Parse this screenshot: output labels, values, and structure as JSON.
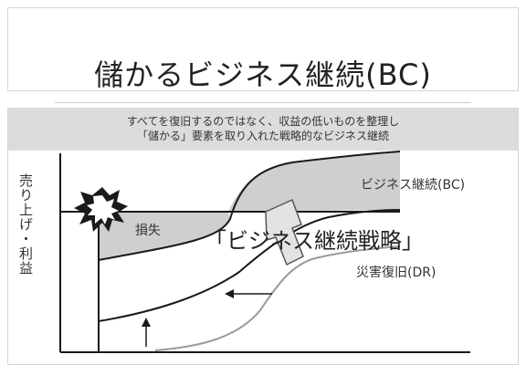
{
  "slide": {
    "title": "儲かるビジネス継続(BC)",
    "banner_line1": "すべてを復旧するのではなく、収益の低いものを整理し",
    "banner_line2": "「儲かる」要素を取り入れた戦略的なビジネス継続"
  },
  "diagram": {
    "y_axis_label": "売り上げ・利益",
    "label_bc": "ビジネス継続(BC)",
    "label_loss": "損失",
    "label_strategy": "「ビジネス継続戦略」",
    "label_dr": "災害復旧(DR)"
  },
  "colors": {
    "fill_gray": "#cfcfcf",
    "line_dark": "#1a1a1a",
    "line_light": "#9a9a9a",
    "arrow_fill": "#e3e3e3"
  }
}
